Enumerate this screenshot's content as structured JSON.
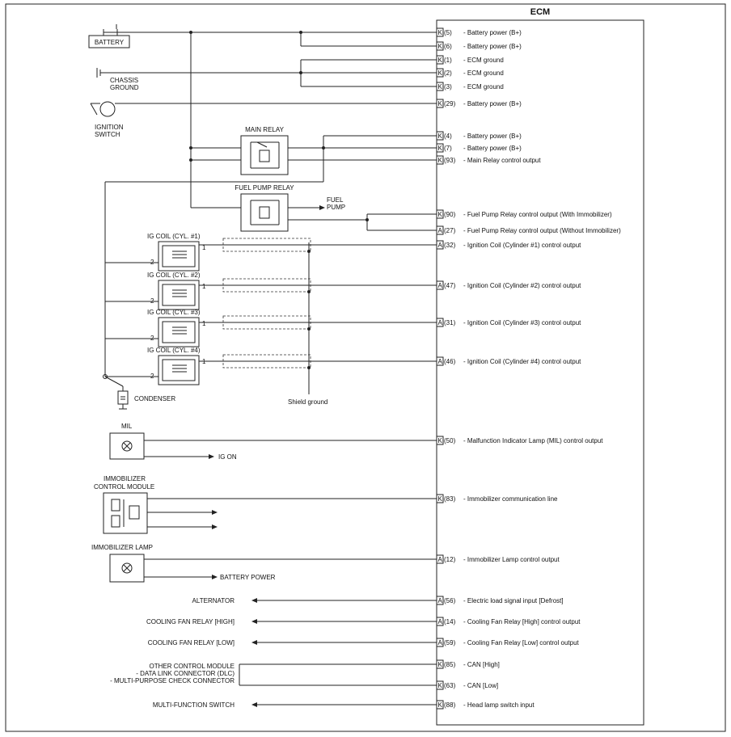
{
  "ecm": {
    "title": "ECM"
  },
  "components": {
    "battery": "BATTERY",
    "chassis_ground_1": "CHASSIS",
    "chassis_ground_2": "GROUND",
    "ignition_switch_1": "IGNITION",
    "ignition_switch_2": "SWITCH",
    "main_relay": "MAIN RELAY",
    "fuel_pump_relay": "FUEL PUMP RELAY",
    "fuel_pump_1": "FUEL",
    "fuel_pump_2": "PUMP",
    "ig_coil_1": "IG COIL (CYL. #1)",
    "ig_coil_2": "IG COIL (CYL. #2)",
    "ig_coil_3": "IG COIL (CYL. #3)",
    "ig_coil_4": "IG COIL (CYL. #4)",
    "condenser": "CONDENSER",
    "shield_ground": "Shield ground",
    "mil": "MIL",
    "ig_on": "IG ON",
    "immobilizer_module_1": "IMMOBILIZER",
    "immobilizer_module_2": "CONTROL MODULE",
    "immobilizer_lamp": "IMMOBILIZER LAMP",
    "battery_power": "BATTERY POWER",
    "alternator": "ALTERNATOR",
    "cooling_fan_high": "COOLING FAN RELAY [HIGH]",
    "cooling_fan_low": "COOLING FAN RELAY [LOW]",
    "other_module_1": "OTHER CONTROL MODULE",
    "other_module_2": "- DATA LINK CONNECTOR (DLC)",
    "other_module_3": "- MULTI-PURPOSE CHECK CONNECTOR",
    "multi_function_switch": "MULTI-FUNCTION SWITCH",
    "coil_pin_1": "1",
    "coil_pin_2": "2"
  },
  "pins": [
    {
      "conn": "K",
      "num": "(5)",
      "desc": "- Battery power (B+)"
    },
    {
      "conn": "K",
      "num": "(6)",
      "desc": "- Battery power (B+)"
    },
    {
      "conn": "K",
      "num": "(1)",
      "desc": "- ECM ground"
    },
    {
      "conn": "K",
      "num": "(2)",
      "desc": "- ECM ground"
    },
    {
      "conn": "K",
      "num": "(3)",
      "desc": "- ECM ground"
    },
    {
      "conn": "K",
      "num": "(29)",
      "desc": "- Battery power (B+)"
    },
    {
      "conn": "K",
      "num": "(4)",
      "desc": "- Battery power (B+)"
    },
    {
      "conn": "K",
      "num": "(7)",
      "desc": "- Battery power (B+)"
    },
    {
      "conn": "K",
      "num": "(93)",
      "desc": "- Main Relay control output"
    },
    {
      "conn": "K",
      "num": "(90)",
      "desc": "- Fuel Pump Relay control output (With Immobilizer)"
    },
    {
      "conn": "A",
      "num": "(27)",
      "desc": "- Fuel Pump Relay control output (Without Immobilizer)"
    },
    {
      "conn": "A",
      "num": "(32)",
      "desc": "- Ignition Coil (Cylinder #1) control output"
    },
    {
      "conn": "A",
      "num": "(47)",
      "desc": "- Ignition Coil (Cylinder #2) control output"
    },
    {
      "conn": "A",
      "num": "(31)",
      "desc": "- Ignition Coil (Cylinder #3) control output"
    },
    {
      "conn": "A",
      "num": "(46)",
      "desc": "- Ignition Coil (Cylinder #4) control output"
    },
    {
      "conn": "K",
      "num": "(50)",
      "desc": "- Malfunction Indicator Lamp (MIL) control output"
    },
    {
      "conn": "K",
      "num": "(83)",
      "desc": "- Immobilizer communication line"
    },
    {
      "conn": "A",
      "num": "(12)",
      "desc": "- Immobilizer Lamp control output"
    },
    {
      "conn": "A",
      "num": "(56)",
      "desc": "- Electric load signal input [Defrost]"
    },
    {
      "conn": "A",
      "num": "(14)",
      "desc": "- Cooling Fan Relay [High] control output"
    },
    {
      "conn": "A",
      "num": "(59)",
      "desc": "- Cooling Fan Relay [Low] control output"
    },
    {
      "conn": "K",
      "num": "(85)",
      "desc": "- CAN [High]"
    },
    {
      "conn": "K",
      "num": "(63)",
      "desc": "- CAN [Low]"
    },
    {
      "conn": "K",
      "num": "(88)",
      "desc": "- Head lamp switch input"
    }
  ]
}
